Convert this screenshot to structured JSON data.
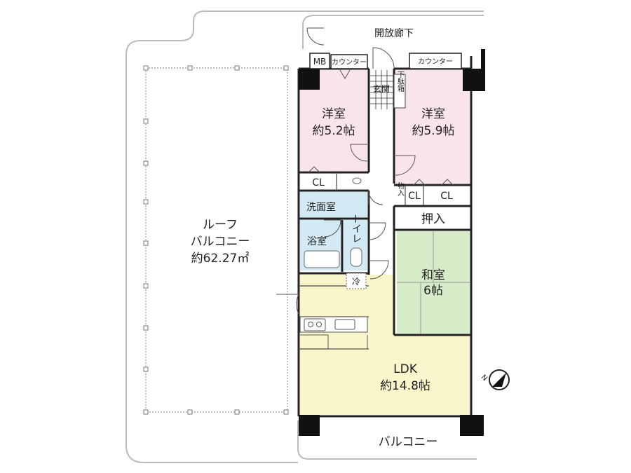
{
  "colors": {
    "western_room": "#f9e4ee",
    "wet_area": "#d3e9f4",
    "ldk": "#f9f6cc",
    "tatami": "#d6ebc7",
    "wall": "#111111",
    "outline": "#bbbbbb"
  },
  "labels": {
    "corridor": "開放廊下",
    "mb": "MB",
    "counter_left": "カウンター",
    "counter_right": "カウンター",
    "entrance": "玄関",
    "shoe_box": "下駄箱",
    "room_left_name": "洋室",
    "room_left_size": "約5.2帖",
    "room_right_name": "洋室",
    "room_right_size": "約5.9帖",
    "cl_left": "CL",
    "storage": "物入",
    "cl_right_1": "CL",
    "cl_right_2": "CL",
    "oshiire": "押入",
    "washroom": "洗面室",
    "bath": "浴室",
    "toilet": "トイレ",
    "fridge": "冷",
    "tatami_name": "和室",
    "tatami_size": "6帖",
    "ldk_name": "LDK",
    "ldk_size": "約14.8帖",
    "roof_balcony_1": "ルーフ",
    "roof_balcony_2": "バルコニー",
    "roof_balcony_3": "約62.27㎡",
    "balcony": "バルコニー",
    "north": "N"
  }
}
